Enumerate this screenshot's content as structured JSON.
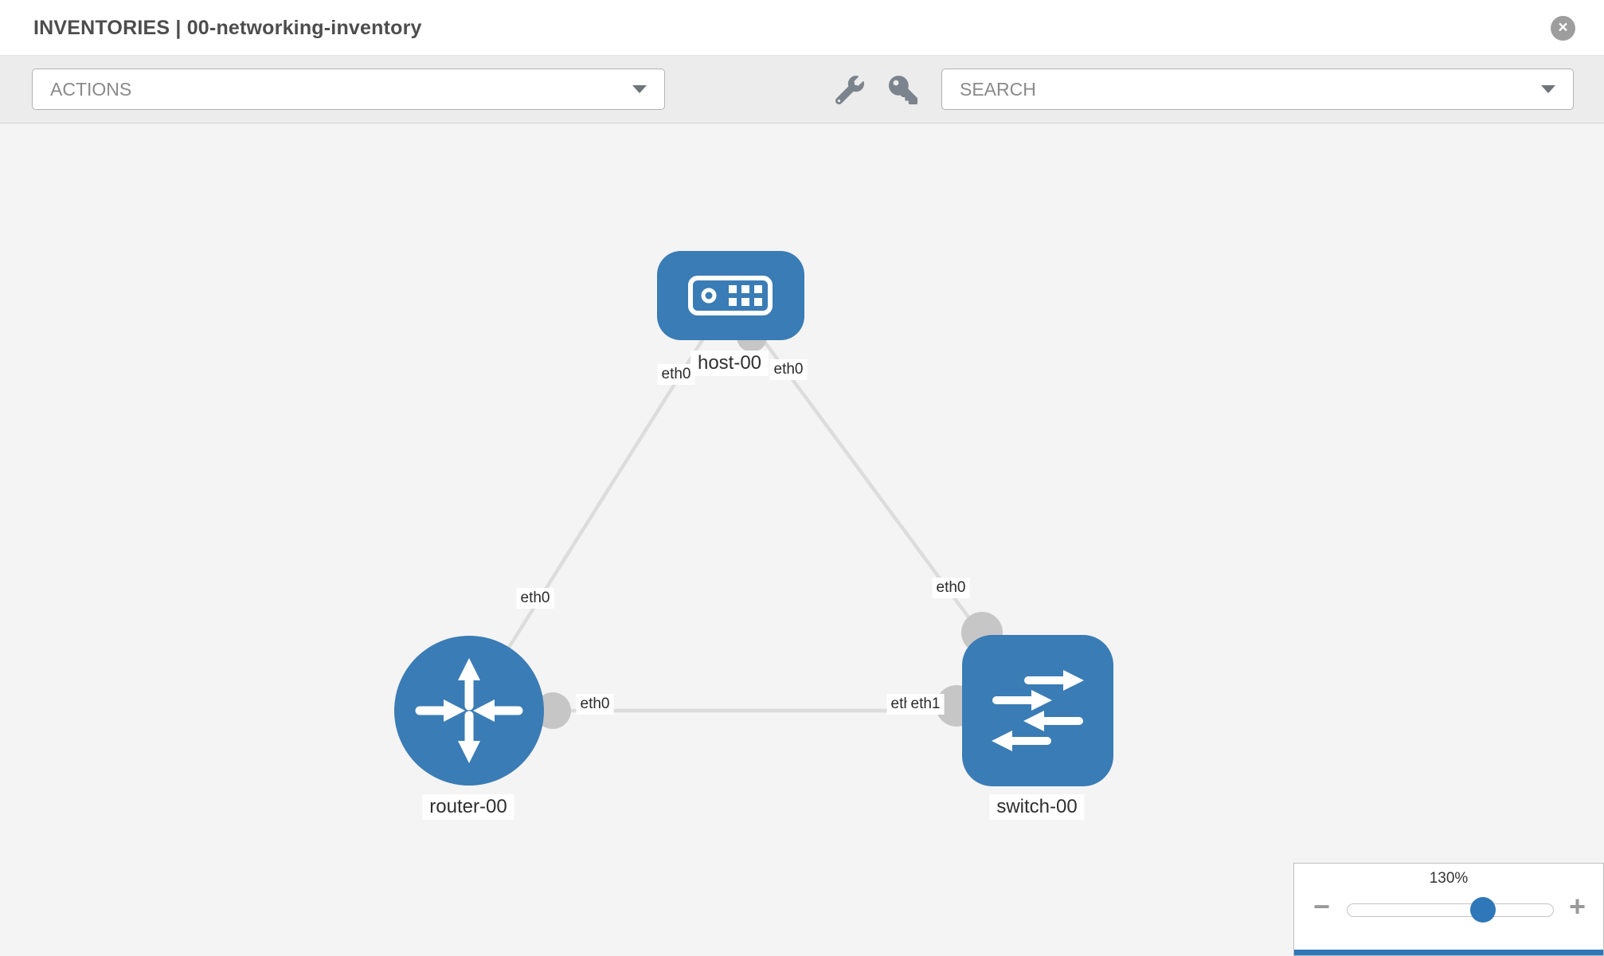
{
  "header": {
    "title": "INVENTORIES | 00-networking-inventory",
    "close_glyph": "×"
  },
  "toolbar": {
    "actions_label": "ACTIONS",
    "search_label": "SEARCH",
    "icons": [
      "wrench",
      "key"
    ]
  },
  "topology": {
    "nodes": [
      {
        "label": "host-00",
        "type": "host"
      },
      {
        "label": "router-00",
        "type": "router"
      },
      {
        "label": "switch-00",
        "type": "switch"
      }
    ],
    "links": [
      {
        "from": "host-00",
        "to": "router-00",
        "from_interface": "eth0",
        "to_interface": "eth0"
      },
      {
        "from": "host-00",
        "to": "switch-00",
        "from_interface": "eth0",
        "to_interface": "eth0"
      },
      {
        "from": "router-00",
        "to": "switch-00",
        "from_interface": "eth0",
        "to_interface": "eth1",
        "to_interface_underlay": "eth0"
      }
    ]
  },
  "zoom_panel": {
    "level": "130%",
    "minus_glyph": "−",
    "plus_glyph": "+"
  },
  "colors": {
    "node_blue": "#3a7cb5",
    "link_gray": "#dcdcdc",
    "port_gray": "#c6c6c6",
    "accent_blue": "#2e77b8"
  }
}
